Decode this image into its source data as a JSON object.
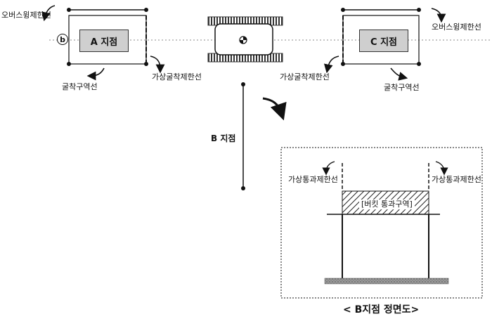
{
  "labels": {
    "overswing_left": "오버스윙제한선",
    "overswing_right": "오버스윙제한선",
    "excavation_area_left": "굴착구역선",
    "excavation_area_right": "굴착구역선",
    "virtual_excavation_limit_left": "가상굴착제한선",
    "virtual_excavation_limit_right": "가상굴착제한선",
    "point_a": "A 지점",
    "point_b": "B 지점",
    "point_c": "C 지점",
    "marker_b": "b",
    "virtual_pass_limit_left": "가상통과제한선",
    "virtual_pass_limit_right": "가상통과제한선",
    "bucket_pass_zone": "[버킷 통과구역]",
    "caption": "< B지점 정면도>"
  }
}
